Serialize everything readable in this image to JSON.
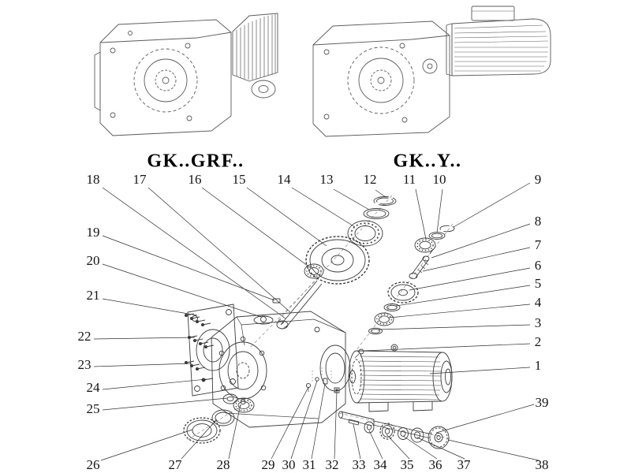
{
  "page": {
    "background_color": "#ffffff"
  },
  "models": [
    {
      "label": "GK..GRF.."
    },
    {
      "label": "GK..Y.."
    }
  ],
  "diagram": {
    "type": "exploded-parts-diagram",
    "callouts": [
      "18",
      "17",
      "16",
      "15",
      "14",
      "13",
      "12",
      "11",
      "10",
      "9",
      "8",
      "7",
      "6",
      "5",
      "4",
      "3",
      "2",
      "1",
      "39",
      "19",
      "20",
      "21",
      "22",
      "23",
      "24",
      "25",
      "26",
      "27",
      "28",
      "29",
      "30",
      "31",
      "32",
      "33",
      "34",
      "35",
      "36",
      "37",
      "38"
    ]
  }
}
